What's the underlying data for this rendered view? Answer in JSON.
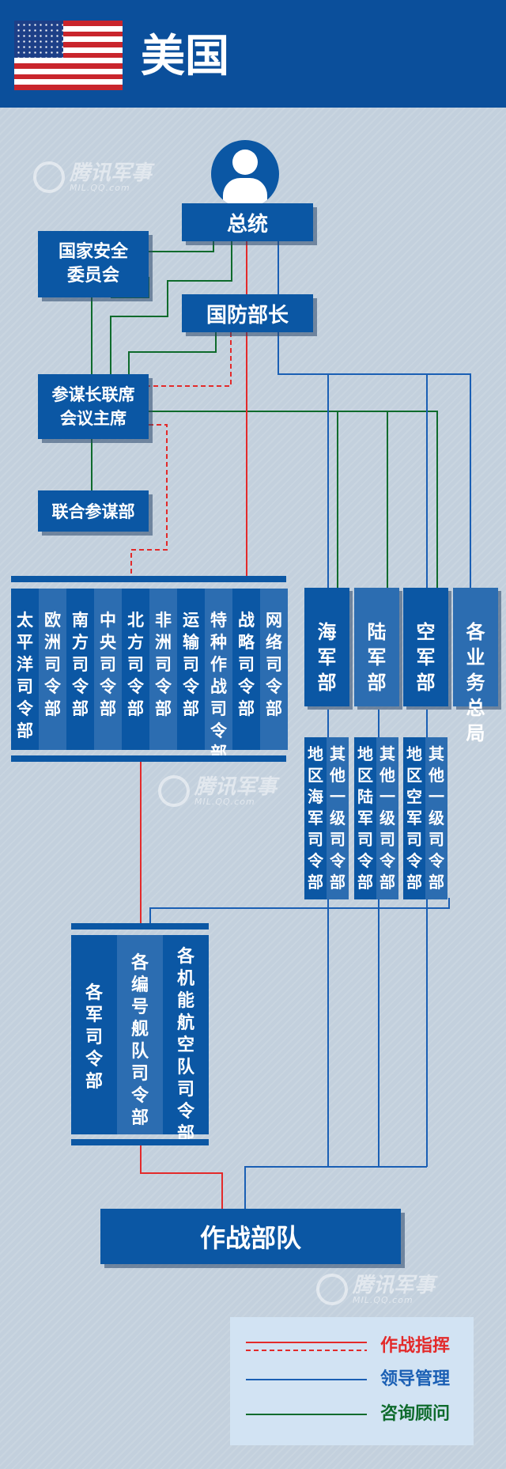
{
  "header": {
    "country": "美国",
    "flag_icon": "us-flag-icon",
    "header_color": "#0b4f9b"
  },
  "colors": {
    "box": "#0b57a4",
    "command_line": "#e32a2a",
    "management_line": "#1a5fb4",
    "advisory_line": "#0e6b2c"
  },
  "nodes": {
    "president": "总统",
    "nsc": "国家安全\n委员会",
    "secdef": "国防部长",
    "cjcs": "参谋长联席\n会议主席",
    "joint_staff": "联合参谋部",
    "combat_forces": "作战部队"
  },
  "combatant_commands": [
    "太平洋司令部",
    "欧洲司令部",
    "南方司令部",
    "中央司令部",
    "北方司令部",
    "非洲司令部",
    "运输司令部",
    "特种作战司令部",
    "战略司令部",
    "网络司令部"
  ],
  "departments": [
    "海军部",
    "陆军部",
    "空军部",
    "各业务总局"
  ],
  "sub_commands": [
    "地区海军司令部",
    "其他一级司令部",
    "地区陆军司令部",
    "其他一级司令部",
    "地区空军司令部",
    "其他一级司令部"
  ],
  "component_commands": [
    "各军司令部",
    "各编号舰队司令部",
    "各机能航空队司令部"
  ],
  "legend": {
    "command": "作战指挥",
    "management": "领导管理",
    "advisory": "咨询顾问"
  },
  "watermark": {
    "main": "腾讯军事",
    "sub": "MIL.QQ.com"
  }
}
